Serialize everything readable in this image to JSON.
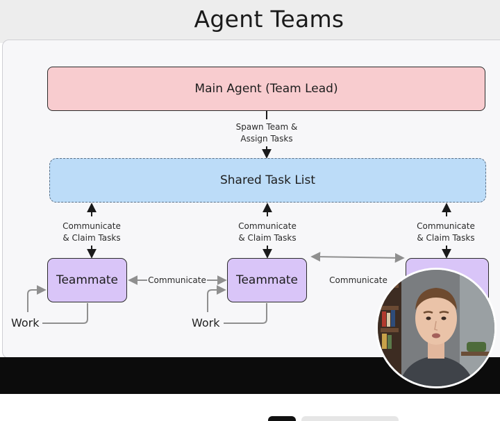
{
  "title": "Agent Teams",
  "main_agent": "Main Agent (Team Lead)",
  "spawn_label": [
    "Spawn Team &",
    "Assign Tasks"
  ],
  "shared_task_list": "Shared Task List",
  "claim_labels": [
    [
      "Communicate",
      "& Claim Tasks"
    ],
    [
      "Communicate",
      "& Claim Tasks"
    ],
    [
      "Communicate",
      "& Claim Tasks"
    ]
  ],
  "teammates": [
    "Teammate",
    "Teammate"
  ],
  "communicate_labels": [
    "Communicate",
    "Communicate"
  ],
  "work_labels": [
    "Work",
    "Work"
  ],
  "colors": {
    "main_agent_fill": "#f8cccf",
    "task_list_fill": "#bcdcf8",
    "teammate_fill": "#d9c5f8"
  }
}
